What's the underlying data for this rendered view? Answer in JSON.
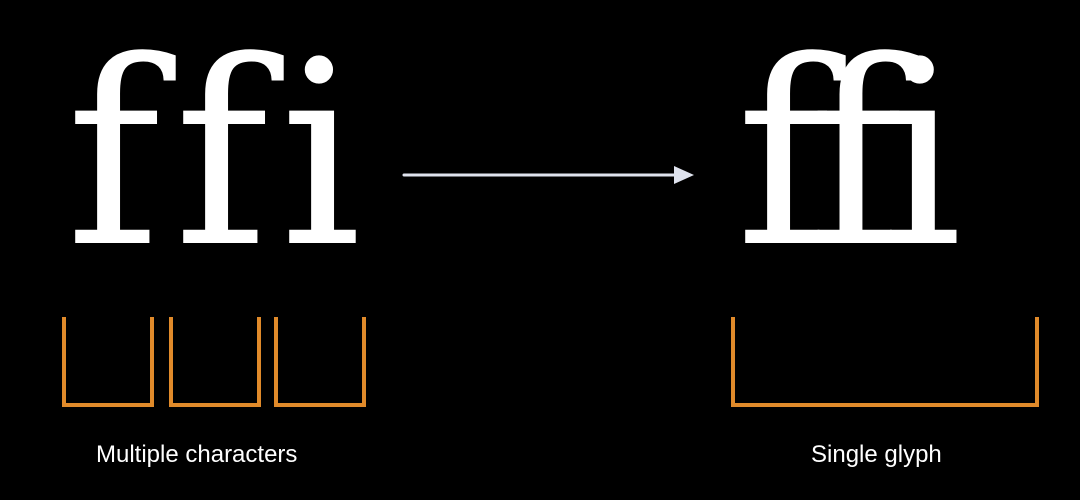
{
  "left": {
    "chars": [
      "f",
      "f",
      "i"
    ],
    "caption": "Multiple characters"
  },
  "right": {
    "glyph": "ffi",
    "caption": "Single glyph"
  },
  "colors": {
    "background": "#000000",
    "text": "#ffffff",
    "bracket": "#e08a2a",
    "arrow": "#dfe3ee"
  },
  "icons": {
    "arrow": "arrow-right-icon"
  }
}
